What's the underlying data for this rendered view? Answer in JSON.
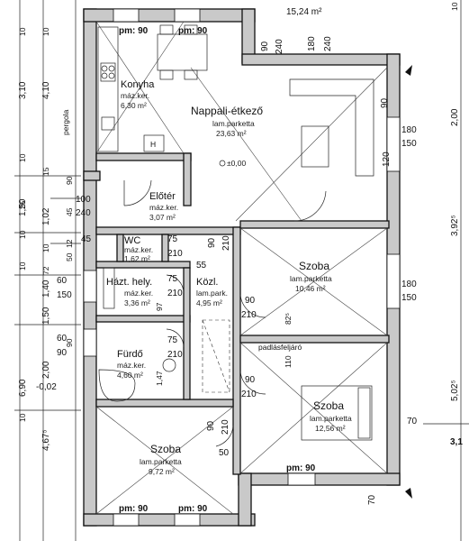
{
  "rooms": {
    "konyha": {
      "name": "Konyha",
      "material": "máz.ker.",
      "area": "6,30 m²"
    },
    "nappali": {
      "name": "Nappali-étkező",
      "material": "lam.parketta",
      "area": "23,63 m²"
    },
    "eloter": {
      "name": "Előtér",
      "material": "máz.ker.",
      "area": "3,07 m²"
    },
    "wc": {
      "name": "WC",
      "material": "máz.ker.",
      "area": "1,62 m²"
    },
    "haztartasi": {
      "name": "Házt. hely.",
      "material": "máz.ker.",
      "area": "3,36 m²"
    },
    "kozl": {
      "name": "Közl.",
      "material": "lam.park.",
      "area": "4,95 m²"
    },
    "furdo": {
      "name": "Fürdő",
      "material": "máz.ker.",
      "area": "4,60 m²"
    },
    "szoba1": {
      "name": "Szoba",
      "material": "lam.parketta",
      "area": "10,46 m²"
    },
    "szoba2": {
      "name": "Szoba",
      "material": "lam.parketta",
      "area": "12,56 m²"
    },
    "szoba3": {
      "name": "Szoba",
      "material": "lam.parketta",
      "area": "9,72 m²"
    }
  },
  "labels": {
    "top_area": "15,24 m²",
    "level": "±0,00",
    "pergola": "pergola",
    "padlasfeljaro": "padlásfeljáró",
    "pm": "pm: 90",
    "minus002": "-0,02"
  },
  "dims": {
    "d90": "90",
    "d240": "240",
    "d180": "180",
    "d150": "150",
    "d100": "100",
    "d45": "45",
    "d75": "75",
    "d210": "210",
    "d55": "55",
    "d60": "60",
    "d70": "70",
    "d50": "50",
    "d120": "120",
    "d110": "110",
    "d82": "82⁵",
    "d97": "97",
    "d147": "1,47"
  },
  "left_dims": {
    "l310a": "3,10",
    "l310b": "4,10",
    "l150": "1,50",
    "l102": "1,02",
    "l140": "1,40",
    "l150b": "1,50",
    "l200": "2,00",
    "l690": "6,90",
    "l467": "4,67⁵",
    "l10a": "10",
    "l10b": "10",
    "l10c": "10",
    "l10d": "10",
    "l10e": "10",
    "l15": "15",
    "l10f": "10",
    "l90a": "90",
    "l90b": "90",
    "l45a": "45",
    "l25": "25",
    "l72": "72",
    "l50": "50",
    "l12": "12",
    "l10g": "10"
  },
  "right_dims": {
    "r200": "2,00",
    "r392": "3,92⁵",
    "r502": "5,02⁵",
    "r31": "3,1",
    "r10": "10"
  }
}
